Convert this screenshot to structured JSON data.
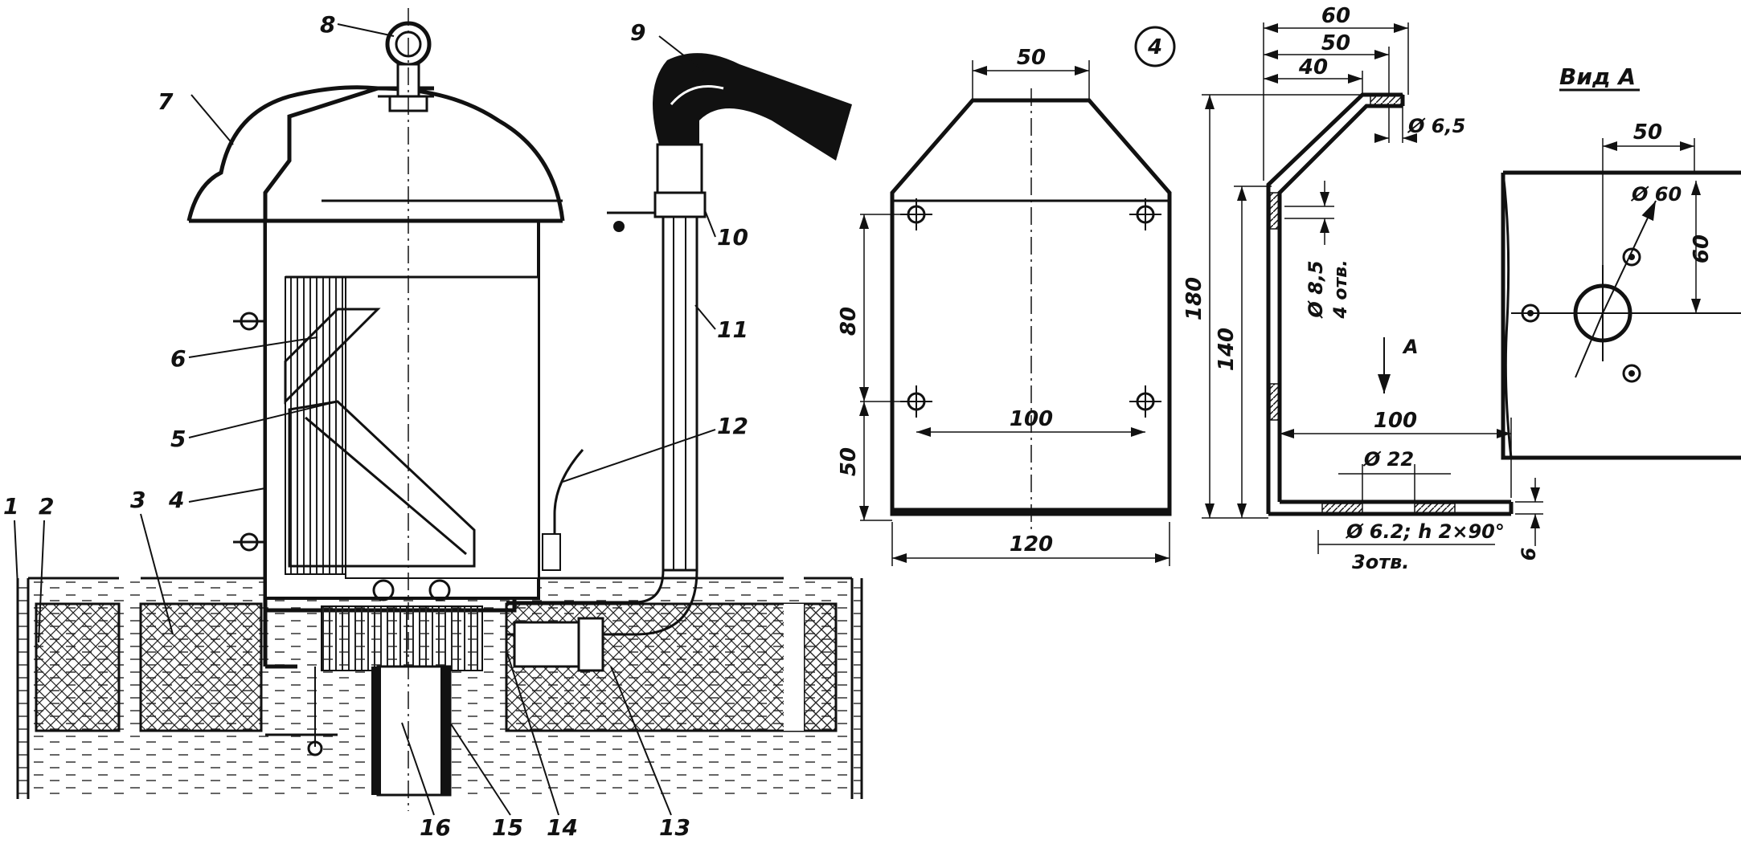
{
  "assembly": {
    "callouts": [
      "1",
      "2",
      "3",
      "4",
      "5",
      "6",
      "7",
      "8",
      "9",
      "10",
      "11",
      "12",
      "13",
      "14",
      "15",
      "16"
    ]
  },
  "figure": {
    "number": "4"
  },
  "front_view": {
    "dims": {
      "top_width": "50",
      "v_upper": "80",
      "v_lower": "50",
      "hole_spacing": "100",
      "base_width": "120"
    }
  },
  "side_view": {
    "dims": {
      "d60": "60",
      "d50": "50",
      "d40": "40",
      "hole_small": "Ø 6,5",
      "h180": "180",
      "h140": "140",
      "hole_large_a": "Ø 8,5",
      "hole_large_b": "4 отв.",
      "arrow_a": "А",
      "d100": "100",
      "d22": "Ø 22",
      "thread": "Ø 6.2; h 2×90°",
      "thread_count": "3отв.",
      "thickness": "6"
    }
  },
  "view_a": {
    "title": "Вид А",
    "dims": {
      "w50": "50",
      "d60": "Ø 60",
      "h60": "60"
    }
  }
}
